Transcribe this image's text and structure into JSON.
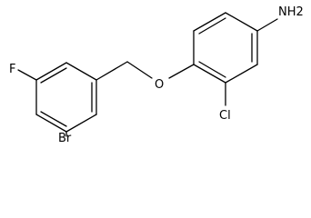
{
  "molecule": {
    "atoms": {
      "fluoro": "F",
      "bromo": "Br",
      "ether_oxygen": "O",
      "chloro": "Cl",
      "amine": "NH2"
    }
  }
}
